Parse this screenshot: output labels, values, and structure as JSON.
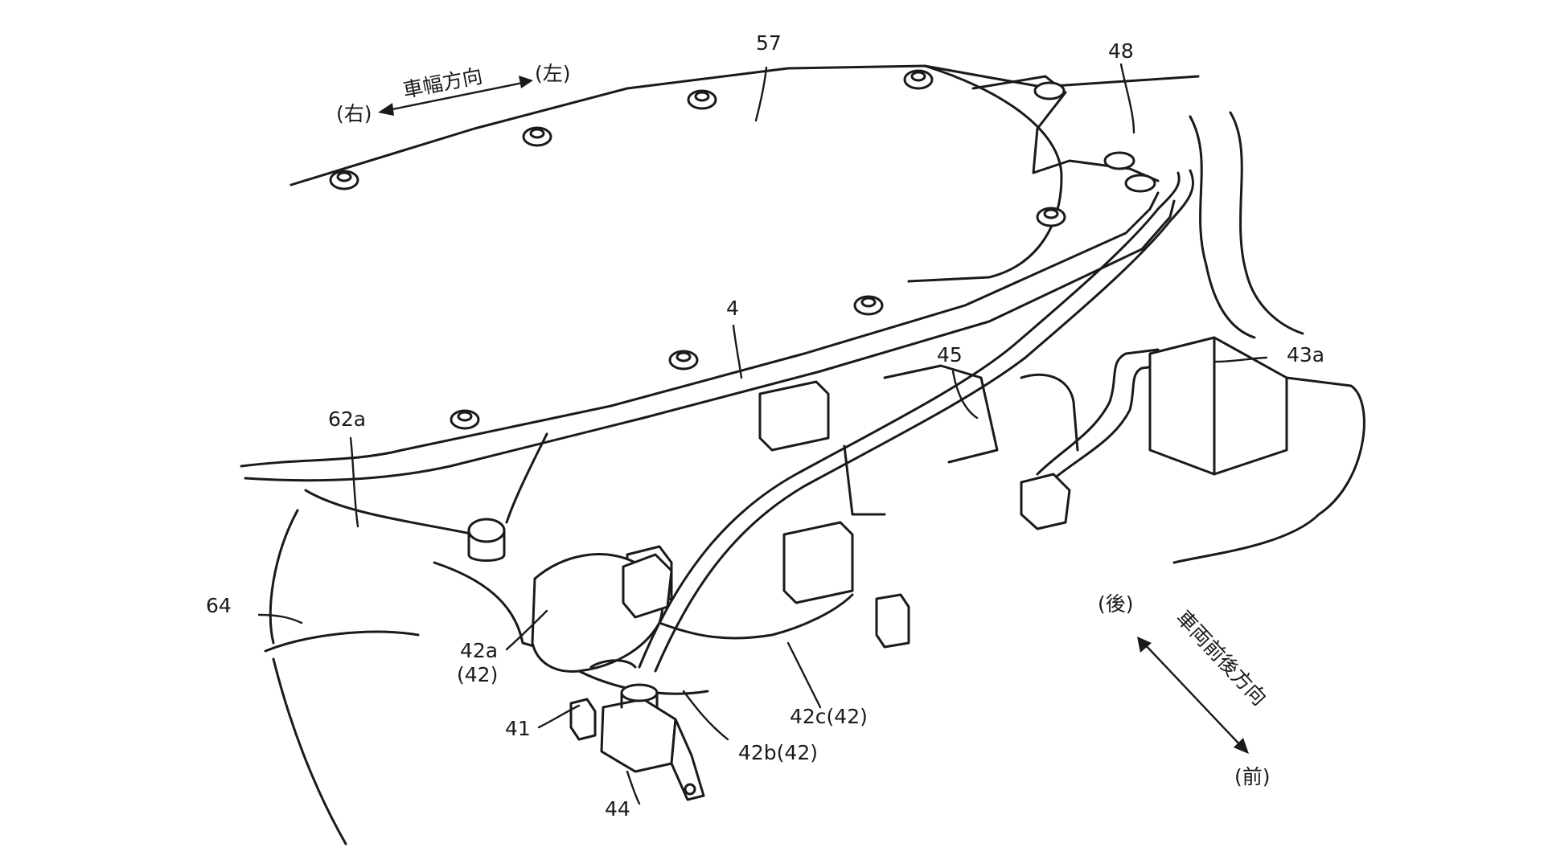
{
  "labels": {
    "l57": "57",
    "l48": "48",
    "l4": "4",
    "l45": "45",
    "l43a": "43a",
    "l62a": "62a",
    "l64": "64",
    "l42a": "42a",
    "l42a_sub": "(42)",
    "l41": "41",
    "l44": "44",
    "l42b": "42b(42)",
    "l42c": "42c(42)"
  },
  "directions": {
    "width_axis": "車幅方向",
    "width_left": "(左)",
    "width_right": "(右)",
    "length_axis": "車両前後方向",
    "length_rear": "(後)",
    "length_front": "(前)"
  }
}
